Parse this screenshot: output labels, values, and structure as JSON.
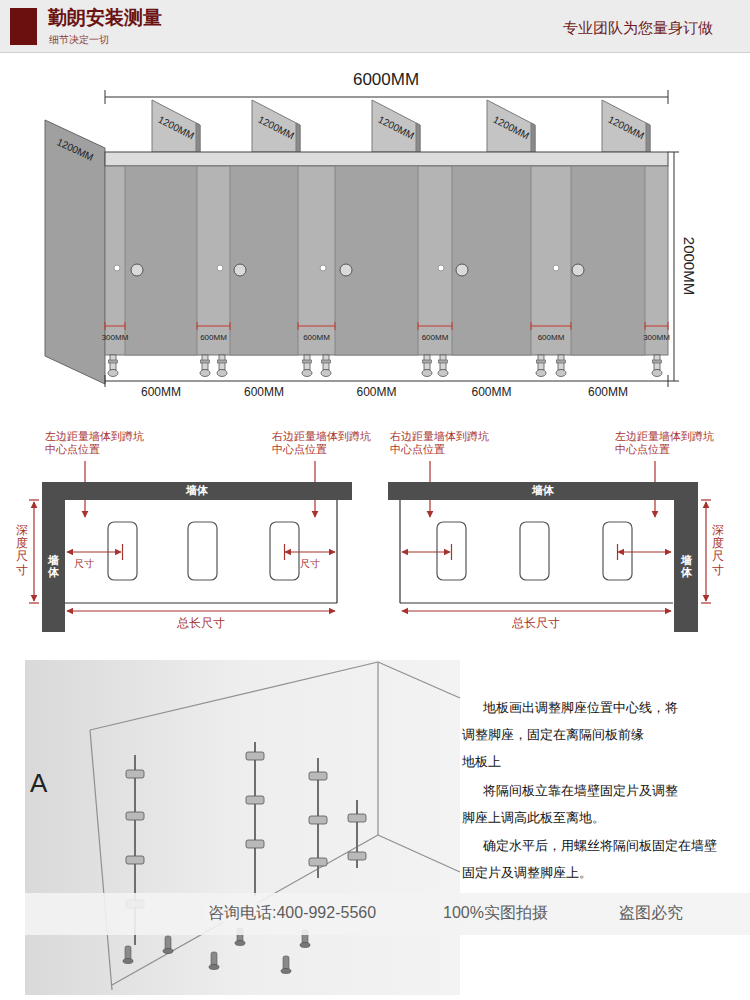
{
  "diagram": {
    "title": "勤朗安装测量",
    "nodes": [
      {
        "text": [
          "墙体"
        ]
      },
      {
        "text": [
          "墙体"
        ]
      },
      {
        "text": [
          "墙体"
        ]
      },
      {
        "text": [
          "墙体"
        ]
      }
    ],
    "labels": [
      "细节决定一切",
      "专业团队为您量身订做",
      "6000MM",
      "1200MM",
      "1200MM",
      "1200MM",
      "1200MM",
      "1200MM",
      "1200MM",
      "2000MM",
      "300MM",
      "600MM",
      "600MM",
      "600MM",
      "600MM",
      "300MM",
      "600MM",
      "600MM",
      "600MM",
      "600MM",
      "600MM",
      "左边距量墙体到蹲坑中心点位置",
      "右边距量墙体到蹲坑中心点位置",
      "深度尺寸",
      "尺寸",
      "尺寸",
      "总长尺寸",
      "右边距量墙体到蹲坑中心点位置",
      "左边距量墙体到蹲坑中心点位置",
      "深度尺寸",
      "总长尺寸",
      "A",
      "地板画出调整脚座位置中心线，将 调整脚座，固定在离隔间板前缘 地板上",
      "将隔间板立靠在墙壁固定片及调整 脚座上调高此板至离地。",
      "确定水平后，用螺丝将隔间板固定在墙壁 固定片及调整脚座上。",
      "咨询电话:400-992-5560",
      "100%实图拍摄",
      "盗图必究"
    ]
  }
}
